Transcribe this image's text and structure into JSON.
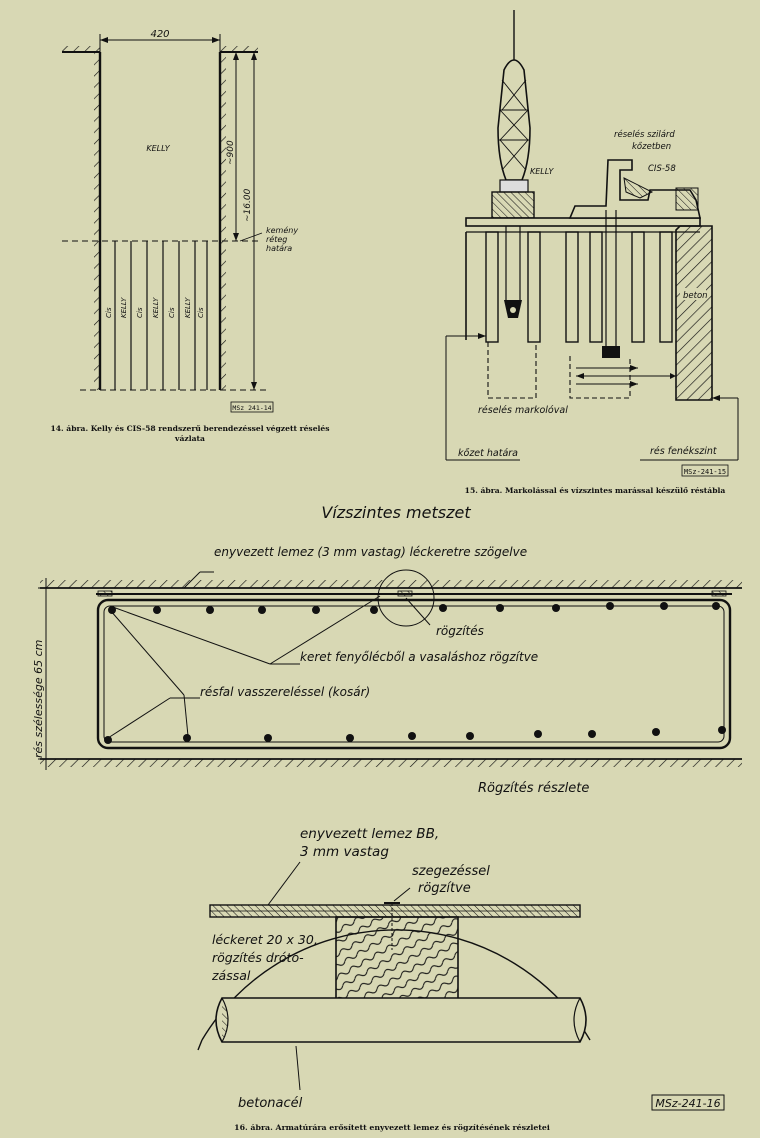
{
  "fig14": {
    "dim_width": "420",
    "dim_900": "~900",
    "dim_1600": "~16.00",
    "kelly_label": "KELLY",
    "layer_line1": "kemény",
    "layer_line2": "réteg",
    "layer_line3": "határa",
    "strip_labels": [
      "Cis",
      "KELLY",
      "Cis",
      "KELLY",
      "Cis",
      "KELLY",
      "Cis"
    ],
    "stamp": "MSz 241-14",
    "caption_line1": "14. ábra. Kelly és CIS-58 rendszerű berendezéssel végzett réselés",
    "caption_line2": "vázlata"
  },
  "fig15": {
    "kelly_label": "KELLY",
    "rock_line1": "réselés szilárd",
    "rock_line2": "kőzetben",
    "cis_label": "CIS-58",
    "beton_label": "beton",
    "grab_label": "réselés markolóval",
    "rock_boundary": "kőzet határa",
    "bottom_level": "rés fenékszint",
    "stamp": "MSz-241-15",
    "caption": "15. ábra. Markolással és vízszintes marással készülő réstábla"
  },
  "fig16": {
    "section_title": "Vízszintes metszet",
    "glued_panel": "enyvezett lemez (3 mm vastag) léckeretre szögelve",
    "fixing": "rögzítés",
    "frame": "keret fenyőlécből a vasaláshoz rögzítve",
    "cage": "résfal vasszereléssel (kosár)",
    "slot_width": "rés szélessége 65 cm",
    "detail_title": "Rögzítés részlete",
    "detail_panel_line1": "enyvezett lemez BB,",
    "detail_panel_line2": "3 mm vastag",
    "nail_line1": "szegezéssel",
    "nail_line2": "rögzítve",
    "batten_line1": "léckeret 20 x 30,",
    "batten_line2": "rögzítés dróto-",
    "batten_line3": "zással",
    "rebar": "betonacél",
    "stamp": "MSz-241-16",
    "caption": "16. ábra. Armatúrára erősített enyvezett lemez és rögzítésének részletei"
  },
  "colors": {
    "paper": "#d8d8b4",
    "ink": "#111111"
  }
}
